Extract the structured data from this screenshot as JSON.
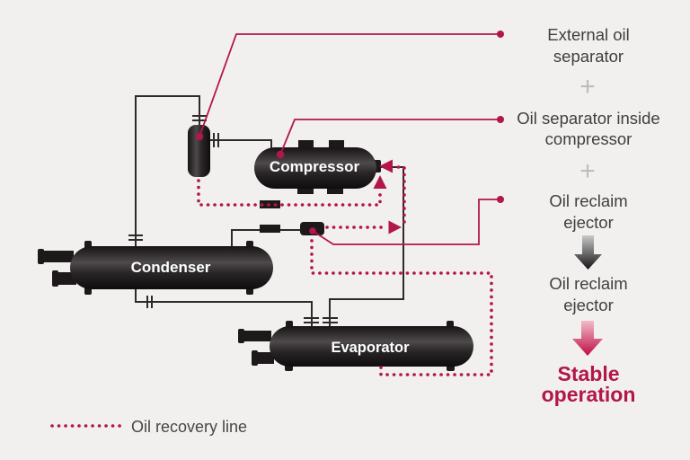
{
  "vessels": {
    "compressor_label": "Compressor",
    "condenser_label": "Condenser",
    "evaporator_label": "Evaporator"
  },
  "legend": {
    "oil_recovery_line_label": "Oil recovery line"
  },
  "callouts": {
    "external_oil_separator": {
      "line1": "External oil",
      "line2": "separator"
    },
    "plus_1": "+",
    "oil_separator_inside_compressor": {
      "line1": "Oil separator inside",
      "line2": "compressor"
    },
    "plus_2": "+",
    "oil_reclaim_ejector_1": {
      "line1": "Oil reclaim",
      "line2": "ejector"
    },
    "oil_reclaim_ejector_2": {
      "line1": "Oil reclaim",
      "line2": "ejector"
    },
    "stable_operation": {
      "line1": "Stable",
      "line2": "operation"
    }
  },
  "colors": {
    "accent_crimson": "#b2164a",
    "pipe_black": "#2e2a2b",
    "vessel_dark": "#1d191a",
    "callout_text": "#3f3f3f",
    "plus_gray": "#bdbdbd",
    "background": "#f2f0ef"
  }
}
